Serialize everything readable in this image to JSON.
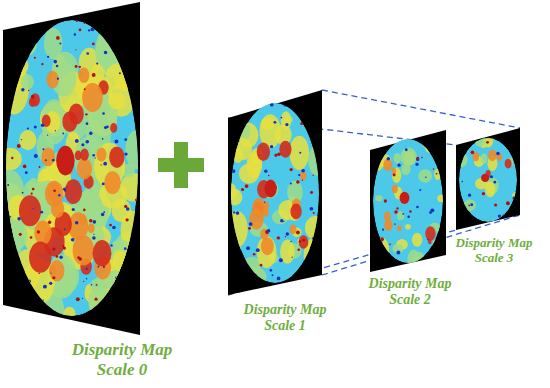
{
  "diagram": {
    "labels": [
      "Disparity Map Scale 0",
      "Disparity Map Scale 1",
      "Disparity Map Scale 2",
      "Disparity Map Scale 3"
    ]
  }
}
